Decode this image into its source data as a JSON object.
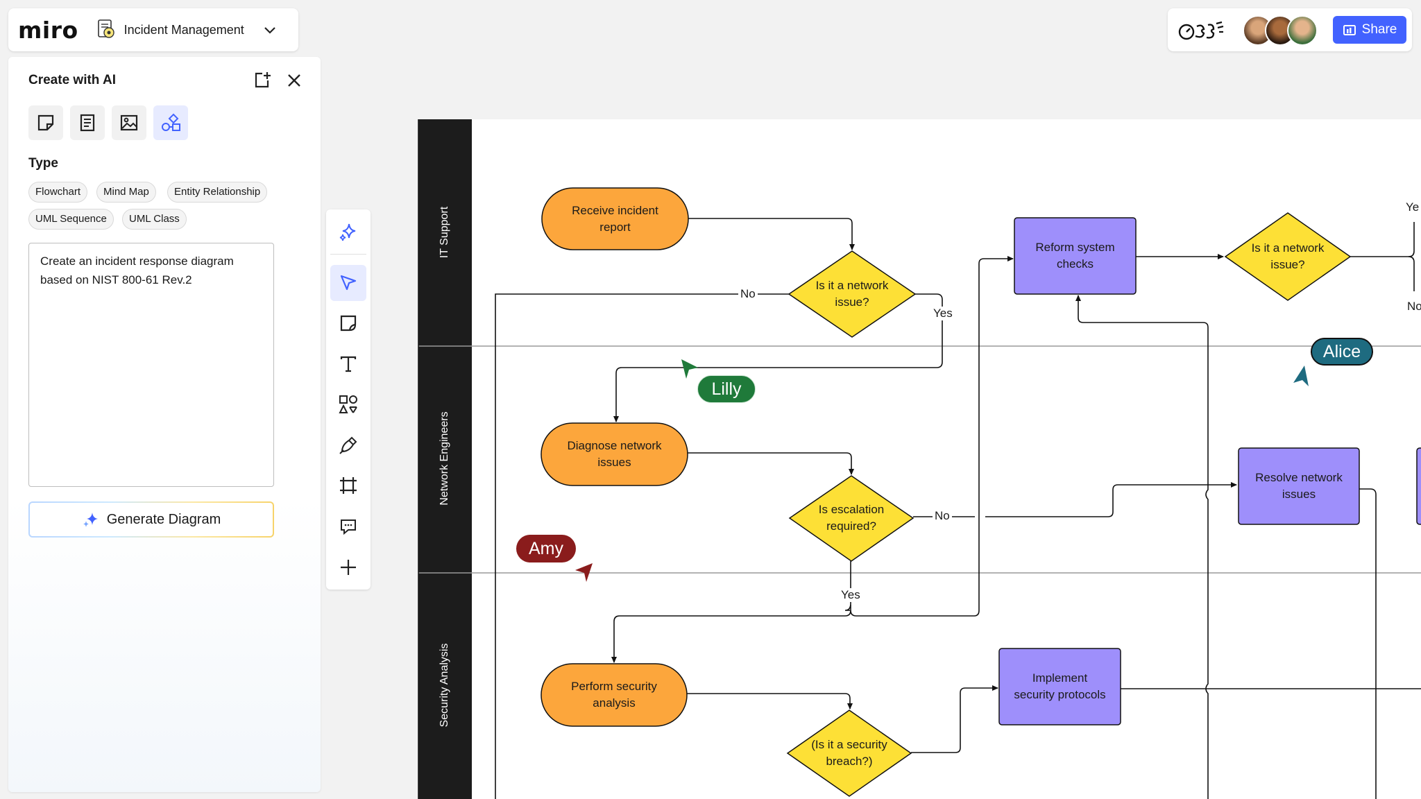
{
  "app": {
    "logo": "miro",
    "board_name": "Incident Management",
    "share_label": "Share",
    "accent": "#4262ff"
  },
  "ai_panel": {
    "title": "Create with AI",
    "type_heading": "Type",
    "types": [
      "Flowchart",
      "Mind Map",
      "Entity Relationship",
      "UML Sequence",
      "UML Class"
    ],
    "prompt": "Create an incident response diagram based on NIST 800-61 Rev.2",
    "generate_label": "Generate Diagram",
    "modes": [
      "sticky-note-icon",
      "document-icon",
      "image-icon",
      "diagram-icon"
    ]
  },
  "toolbar": {
    "tools": [
      "ai-sparkle-icon",
      "select-cursor-icon",
      "sticky-note-icon",
      "text-icon",
      "shapes-icon",
      "pen-icon",
      "frame-icon",
      "comment-icon",
      "plus-icon"
    ]
  },
  "lanes": [
    "IT Support",
    "Network Engineers",
    "Security Analysis"
  ],
  "nodes": {
    "receive": "Receive incident report",
    "network_q": "Is it a network issue?",
    "reform": "Reform system checks",
    "network_q2": "Is it a network issue?",
    "diagnose": "Diagnose network issues",
    "escalation": "Is escalation required?",
    "resolve": "Resolve network issues",
    "security": "Perform security analysis",
    "implement": "Implement security protocols",
    "breach": "(Is it a security breach?)"
  },
  "edge_labels": {
    "no1": "No",
    "yes1": "Yes",
    "no2": "No",
    "yes2": "Yes",
    "yes_edge": "Ye",
    "no_edge": "No"
  },
  "collaborators": {
    "lilly": {
      "name": "Lilly",
      "color": "#1f7a3a"
    },
    "alice": {
      "name": "Alice",
      "color": "#1e6b80"
    },
    "amy": {
      "name": "Amy",
      "color": "#8a1c1c"
    }
  },
  "colors": {
    "terminal": "#fca63c",
    "decision": "#fde036",
    "process": "#9e8ffb",
    "lane_header": "#1c1c1c"
  }
}
